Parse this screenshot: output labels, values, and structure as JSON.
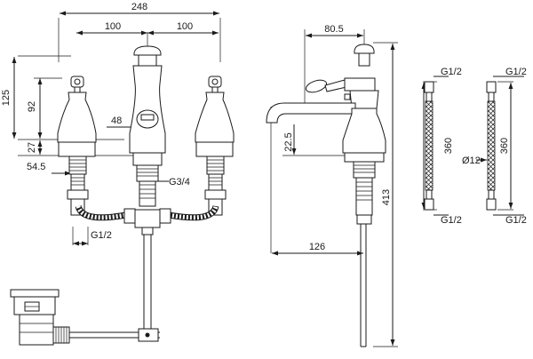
{
  "dimensions": {
    "overall_width": "248",
    "spacing_left": "100",
    "spacing_right": "100",
    "height_total": "125",
    "height_handle": "92",
    "height_base": "27",
    "spout_gap": "48",
    "base_offset": "54.5",
    "connector_left": "G1/2",
    "connector_center": "G3/4",
    "spout_reach": "80.5",
    "spout_height": "22.5",
    "rod_reach": "126",
    "tail_height": "413",
    "hose_a_top": "G1/2",
    "hose_a_bottom": "G1/2",
    "hose_length_a": "360",
    "hose_b_top": "G1/2",
    "hose_b_bottom": "G1/2",
    "hose_length_b": "360",
    "hose_diameter": "Ø12"
  }
}
